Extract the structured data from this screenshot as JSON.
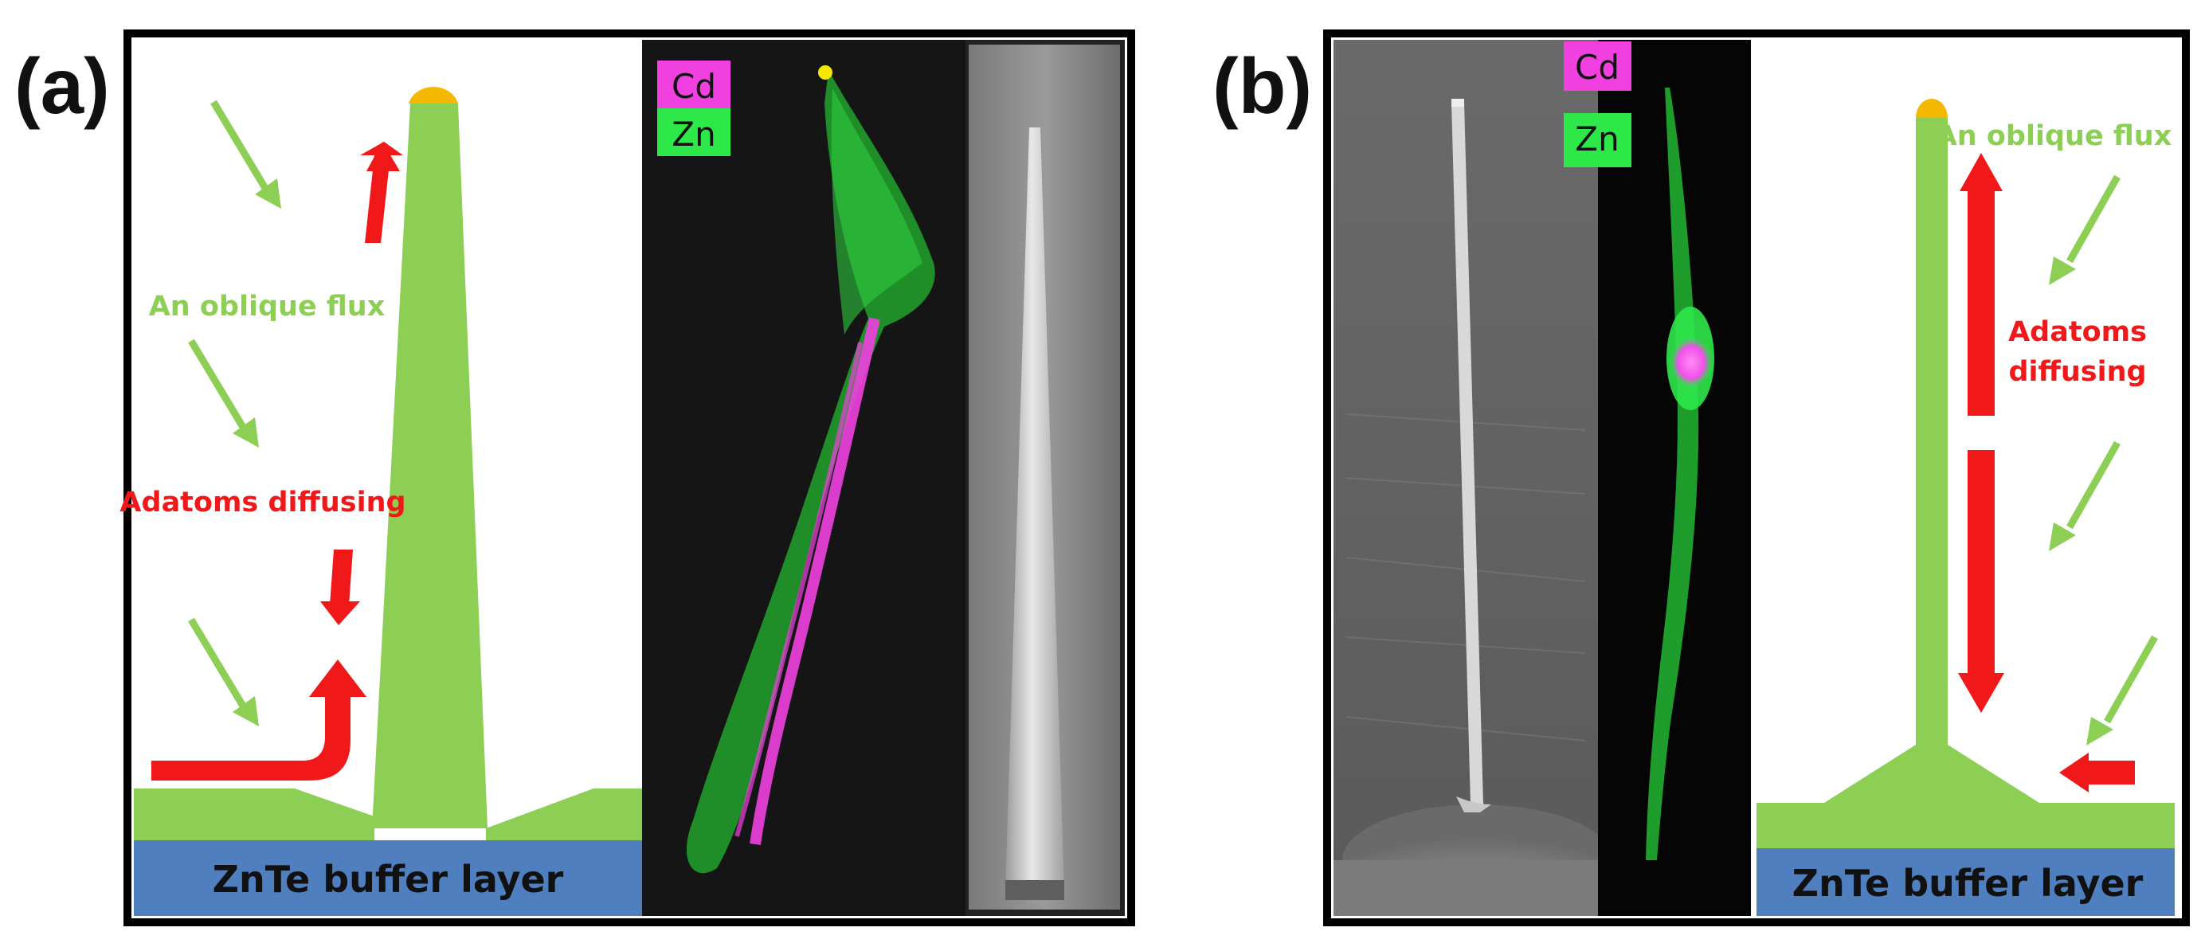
{
  "panels": [
    {
      "letter": "(a)",
      "schematic": {
        "flux_label": "An oblique flux",
        "diffusing_label": "Adatoms diffusing",
        "buffer_label": "ZnTe buffer layer"
      },
      "legend": [
        "Cd",
        "Zn"
      ]
    },
    {
      "letter": "(b)",
      "schematic": {
        "flux_label": "An oblique flux",
        "diffusing_label_line1": "Adatoms",
        "diffusing_label_line2": "diffusing",
        "buffer_label": "ZnTe buffer layer"
      },
      "legend": [
        "Cd",
        "Zn"
      ]
    }
  ],
  "colors": {
    "wire_green": "#8dcf55",
    "flux_arrow": "#8dcf55",
    "diffusion_arrow": "#f01818",
    "buffer_blue": "#4f7fbf",
    "catalyst": "#f5b800",
    "cd_magenta": "#f040e0",
    "zn_green": "#2ee84a"
  }
}
